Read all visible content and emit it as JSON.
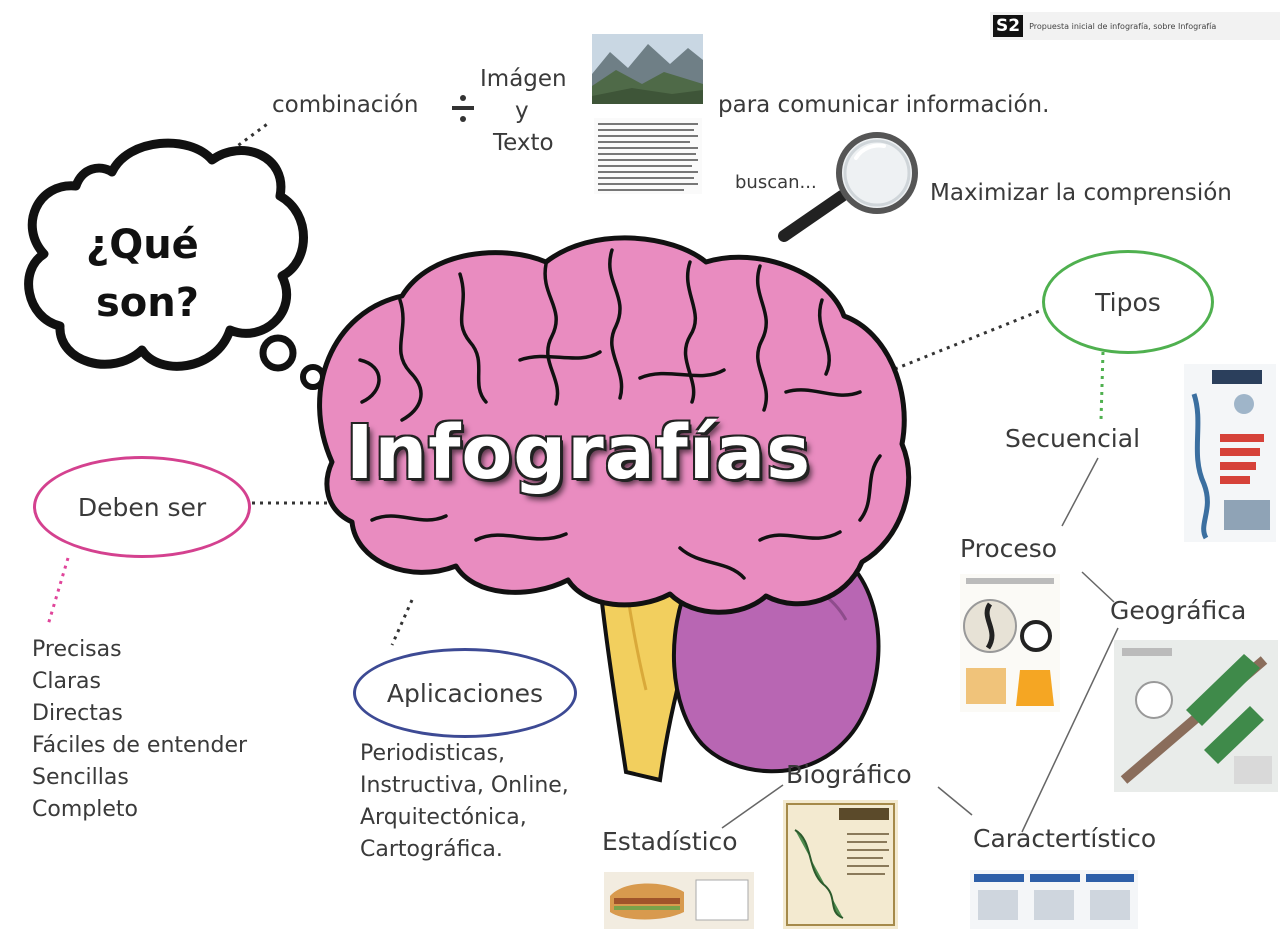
{
  "header_badge": {
    "code": "S2",
    "caption": "Propuesta inicial de infografía, sobre Infografía"
  },
  "center": {
    "title": "Infografías"
  },
  "question": {
    "text_line1": "¿Qué",
    "text_line2": "son?"
  },
  "definition": {
    "combination": "combinación",
    "image_label": "Imágen",
    "y_label": "y",
    "text_label": "Texto",
    "purpose": "para comunicar información.",
    "seek": "buscan...",
    "goal": "Maximizar la comprensión"
  },
  "deben_ser": {
    "label": "Deben ser",
    "items": [
      "Precisas",
      "Claras",
      "Directas",
      "Fáciles de entender",
      "Sencillas",
      "Completo"
    ]
  },
  "aplicaciones": {
    "label": "Aplicaciones",
    "items": [
      "Periodisticas,",
      "Instructiva, Online,",
      "Arquitectónica,",
      "Cartográfica."
    ]
  },
  "tipos": {
    "label": "Tipos",
    "secuencial": "Secuencial",
    "proceso": "Proceso",
    "geografica": "Geográfica",
    "biografico": "Biográfico",
    "estadistico": "Estadístico",
    "caracteristico": "Caractertístico"
  },
  "colors": {
    "brain_pink": "#e98cc0",
    "cerebellum_purple": "#b866b3",
    "stem_yellow": "#f2cf5e",
    "deben_ser_border": "#d4418f",
    "aplicaciones_border": "#3d4a94",
    "tipos_border": "#4fb04f"
  }
}
